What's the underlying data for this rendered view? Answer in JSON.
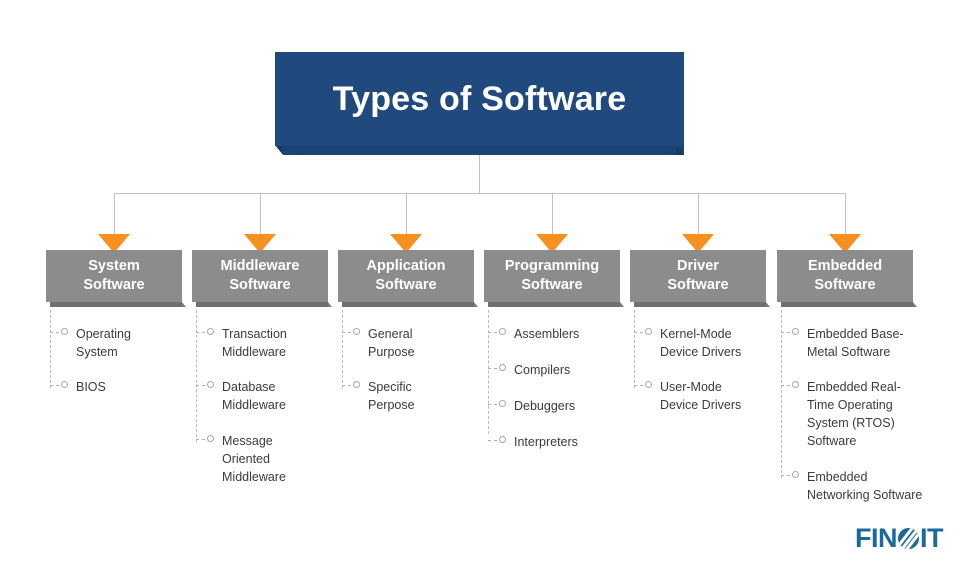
{
  "title": {
    "text": "Types of Software",
    "background": "#204a7e",
    "shadow": "#1b4373",
    "text_color": "#ffffff"
  },
  "theme": {
    "arrow_color": "#f7901e",
    "box_color": "#8c8c8c",
    "box_shadow_color": "#6f6f6f",
    "connector_color": "#c2c2c2",
    "item_text_color": "#3b3b3b",
    "logo_color": "#1a6a9e",
    "background": "#ffffff"
  },
  "columns": [
    {
      "heading": "System\nSoftware",
      "items": [
        "Operating\nSystem",
        "BIOS"
      ]
    },
    {
      "heading": "Middleware\nSoftware",
      "items": [
        "Transaction\nMiddleware",
        "Database\nMiddleware",
        "Message\nOriented\nMiddleware"
      ]
    },
    {
      "heading": "Application\nSoftware",
      "items": [
        "General\nPurpose",
        "Specific\nPerpose"
      ]
    },
    {
      "heading": "Programming\nSoftware",
      "items": [
        "Assemblers",
        "Compilers",
        "Debuggers",
        "Interpreters"
      ]
    },
    {
      "heading": "Driver\nSoftware",
      "items": [
        "Kernel-Mode\nDevice Drivers",
        "User-Mode\nDevice Drivers"
      ]
    },
    {
      "heading": "Embedded\nSoftware",
      "items": [
        "Embedded Base-\nMetal Software",
        "Embedded Real-\nTime Operating\nSystem (RTOS)\nSoftware",
        "Embedded\nNetworking Software"
      ]
    }
  ],
  "logo": {
    "before": "FIN",
    "after": "IT",
    "full": "FINOIT"
  }
}
